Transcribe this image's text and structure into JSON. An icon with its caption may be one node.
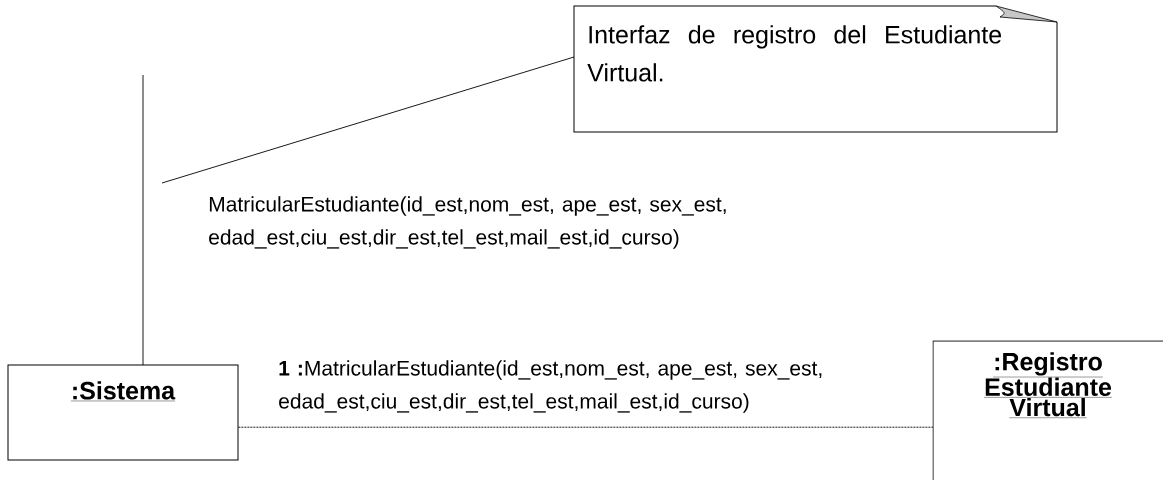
{
  "diagram": {
    "nodes": [
      {
        "text": [
          "Interfaz de registro del Estudiante Virtual."
        ]
      },
      {
        "text": [
          ":Sistema"
        ]
      },
      {
        "text": [
          ":Registro Estudiante Virtual"
        ]
      }
    ],
    "edges": [
      {
        "from": 1,
        "to": 2,
        "arrow": "none",
        "style": "dashed",
        "label": "**1 :**MatricularEstudiante(id_est,nom_est, ape_est, sex_est, edad_est,ciu_est,dir_est,tel_est,mail_est,id_curso)"
      },
      {
        "from": null,
        "to": 1,
        "arrow": "none"
      },
      {
        "from": 0,
        "to": null,
        "arrow": "none"
      }
    ],
    "labels": [
      "MatricularEstudiante(id_est,nom_est, ape_est, sex_est, edad_est,ciu_est,dir_est,tel_est,mail_est,id_curso)"
    ]
  }
}
